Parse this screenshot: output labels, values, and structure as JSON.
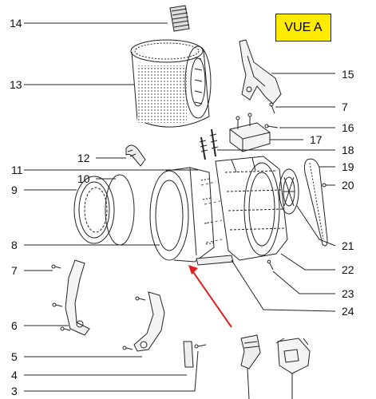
{
  "view_label": "VUE A",
  "colors": {
    "box_fill": "#ffeb00",
    "arrow": "#e02020",
    "line": "#222222"
  },
  "callouts": [
    "14",
    "13",
    "15",
    "7",
    "16",
    "17",
    "18",
    "12",
    "11",
    "10",
    "19",
    "9",
    "20",
    "8",
    "21",
    "22",
    "23",
    "7",
    "24",
    "6",
    "5",
    "4",
    "3"
  ]
}
